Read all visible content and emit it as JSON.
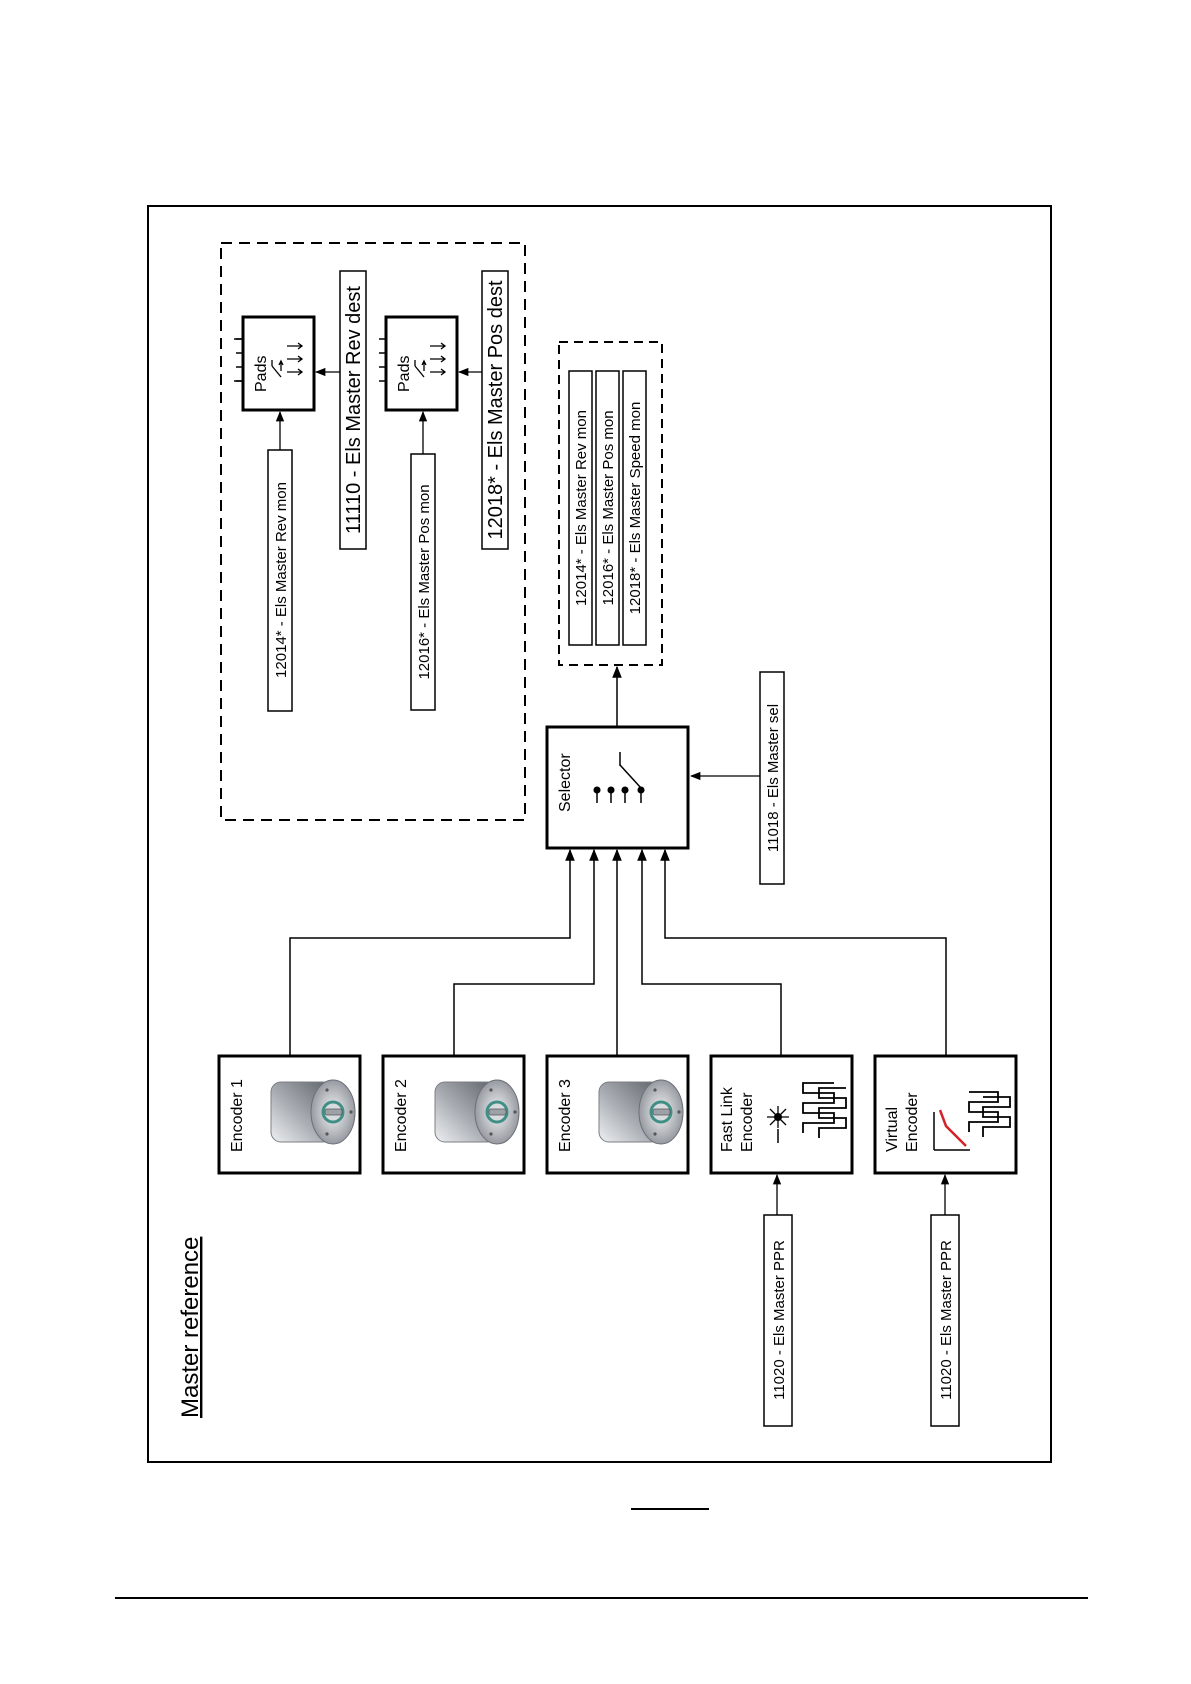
{
  "diagram": {
    "title": "Master reference",
    "encoders": [
      {
        "id": "encoder-1",
        "lines": [
          "Encoder 1"
        ]
      },
      {
        "id": "encoder-2",
        "lines": [
          "Encoder 2"
        ]
      },
      {
        "id": "encoder-3",
        "lines": [
          "Encoder 3"
        ]
      },
      {
        "id": "fast-link-encoder",
        "lines": [
          "Fast Link",
          "Encoder"
        ]
      },
      {
        "id": "virtual-encoder",
        "lines": [
          "Virtual",
          "Encoder"
        ]
      }
    ],
    "ppr_params": [
      "11020 - Els Master PPR",
      "11020 - Els Master PPR"
    ],
    "selector": {
      "label": "Selector",
      "param": "11018 - Els Master sel"
    },
    "monitors": [
      "12014* - Els Master Rev mon",
      "12016* - Els Master Pos mon",
      "12018* - Els Master Speed mon"
    ],
    "pads": [
      {
        "label": "Pads",
        "input": "12014* - Els Master Rev mon",
        "dest": "11110 - Els Master Rev dest"
      },
      {
        "label": "Pads",
        "input": "12016* - Els Master Pos mon",
        "dest": "12018* - Els Master Pos dest"
      }
    ]
  },
  "colors": {
    "line": "#000000",
    "accent_red": "#d4232a",
    "encoder_body": "#a9adb3"
  },
  "icons": [
    "encoder-photo",
    "laser-icon",
    "pulse-train-icon",
    "ramp-icon",
    "selector-switch-icon",
    "pads-switch-icon"
  ]
}
